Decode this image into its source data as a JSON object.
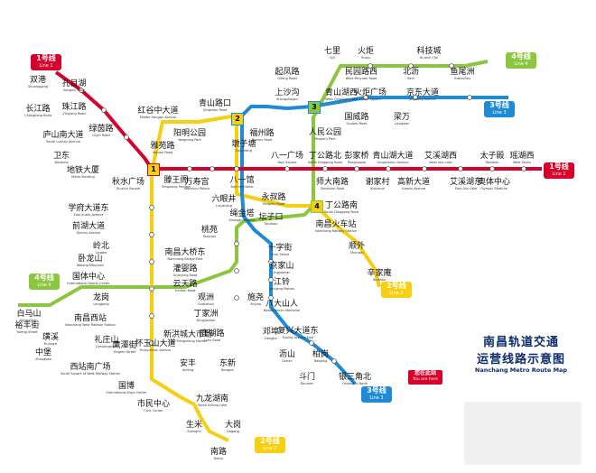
{
  "title": {
    "zh": "南昌轨道交通",
    "zh2": "运营线路示意图",
    "en": "Nanchang Metro Route Map"
  },
  "you_are_here": {
    "zh": "您在此站",
    "en": "You are here"
  },
  "line_labels": [
    {
      "id": "l1a",
      "zh": "1号线",
      "en": "Line 1",
      "color": "#d7002a"
    },
    {
      "id": "l1b",
      "zh": "1号线",
      "en": "Line 1",
      "color": "#d7002a"
    },
    {
      "id": "l2a",
      "zh": "2号线",
      "en": "Line 2",
      "color": "#f6cf10"
    },
    {
      "id": "l2b",
      "zh": "2号线",
      "en": "Line 2",
      "color": "#f6cf10"
    },
    {
      "id": "l3a",
      "zh": "3号线",
      "en": "Line 3",
      "color": "#1f8ad6"
    },
    {
      "id": "l3b",
      "zh": "3号线",
      "en": "Line 3",
      "color": "#1f8ad6"
    },
    {
      "id": "l4a",
      "zh": "4号线",
      "en": "Line 4",
      "color": "#8cc63f"
    },
    {
      "id": "l4b",
      "zh": "4号线",
      "en": "Line 4",
      "color": "#8cc63f"
    }
  ],
  "transfer_numbers": [
    "1",
    "2",
    "3",
    "4"
  ],
  "stations": [
    {
      "zh": "双港",
      "en": "Shuanggang"
    },
    {
      "zh": "孔目湖",
      "en": "Kongmu Lake"
    },
    {
      "zh": "长江路",
      "en": "Changjiang Road"
    },
    {
      "zh": "珠江路",
      "en": "Zhujiang Road"
    },
    {
      "zh": "庐山南大道",
      "en": "South Lushan Avenue"
    },
    {
      "zh": "绿茵路",
      "en": "Lüyin Road"
    },
    {
      "zh": "卫东",
      "en": "Weidong"
    },
    {
      "zh": "地铁大厦",
      "en": "Metro Building"
    },
    {
      "zh": "秋水广场",
      "en": "Qiushui Square"
    },
    {
      "zh": "滕王阁",
      "en": "Tengwang Pavilion"
    },
    {
      "zh": "万寿宫",
      "en": "Wanshou Palace"
    },
    {
      "zh": "八一馆",
      "en": "Bayi Memorial"
    },
    {
      "zh": "八一广场",
      "en": "Bayi Square"
    },
    {
      "zh": "丁公路北",
      "en": "North Dinggong Road"
    },
    {
      "zh": "师大南路",
      "en": "Shidanan Road"
    },
    {
      "zh": "彭家桥",
      "en": "Pengjiaqiao"
    },
    {
      "zh": "谢家村",
      "en": "Xiejiacun"
    },
    {
      "zh": "青山湖大道",
      "en": "Qingshanhu Avenue"
    },
    {
      "zh": "高新大道",
      "en": "Gaoxin Avenue"
    },
    {
      "zh": "艾溪湖西",
      "en": "West Aixi Lake"
    },
    {
      "zh": "艾溪湖东",
      "en": "East Aixi Lake"
    },
    {
      "zh": "太子殿",
      "en": "Taizidian"
    },
    {
      "zh": "奥体中心",
      "en": "Olympic Stadium"
    },
    {
      "zh": "瑶湖西",
      "en": "West Yaohu"
    },
    {
      "zh": "学府大道东",
      "en": "East Xuefu Avenue"
    },
    {
      "zh": "前湖大道",
      "en": "Qianhu Avenue"
    },
    {
      "zh": "岭北",
      "en": "Lingbei"
    },
    {
      "zh": "卧龙山",
      "en": "Wolong Mountain"
    },
    {
      "zh": "国体中心",
      "en": "International Sports Center"
    },
    {
      "zh": "龙岗",
      "en": "Longgang"
    },
    {
      "zh": "南昌西站",
      "en": "Nanchang West Railway Station"
    },
    {
      "zh": "礼庄山",
      "en": "Lizhuangshan"
    },
    {
      "zh": "西站南广场",
      "en": "South Square of West Railway Station"
    },
    {
      "zh": "国博",
      "en": "International Expo Center"
    },
    {
      "zh": "市民中心",
      "en": "Civic Center"
    },
    {
      "zh": "九龙湖南",
      "en": "South Jiulong Lake"
    },
    {
      "zh": "生米",
      "en": "Shengmi"
    },
    {
      "zh": "大岗",
      "en": "Dagang"
    },
    {
      "zh": "南路",
      "en": "Nanlu"
    },
    {
      "zh": "雅苑路",
      "en": "Yayuan Road"
    },
    {
      "zh": "红谷中大道",
      "en": "Middle Honggu Avenue"
    },
    {
      "zh": "阳明公园",
      "en": "Yangming Park"
    },
    {
      "zh": "青山路口",
      "en": "Qingshan Road"
    },
    {
      "zh": "福州路",
      "en": "Fuzhou Road"
    },
    {
      "zh": "永叔路",
      "en": "Yongshu Road"
    },
    {
      "zh": "丁公路南",
      "en": "South Dinggong Road"
    },
    {
      "zh": "南昌火车站",
      "en": "Nanchang Railway Station"
    },
    {
      "zh": "顺外",
      "en": "Shunwai"
    },
    {
      "zh": "辛家庵",
      "en": "Xinjiaan"
    },
    {
      "zh": "七里",
      "en": "Qili"
    },
    {
      "zh": "火炬",
      "en": "Huoju"
    },
    {
      "zh": "科技城",
      "en": "Hi-tech City"
    },
    {
      "zh": "起凤路",
      "en": "Qifeng Road"
    },
    {
      "zh": "民园路西",
      "en": "West Minyuan Road"
    },
    {
      "zh": "北沥",
      "en": "Beili"
    },
    {
      "zh": "鱼尾洲",
      "en": "Yuweizhou"
    },
    {
      "zh": "上沙沟",
      "en": "Shangshagou"
    },
    {
      "zh": "青山湖西",
      "en": "West Qingshan Lake"
    },
    {
      "zh": "火炬广场",
      "en": "Huoju Square"
    },
    {
      "zh": "京东大道",
      "en": "Jingdong Avenue"
    },
    {
      "zh": "国威路",
      "en": "Guowei Road"
    },
    {
      "zh": "梁万",
      "en": "Liangwan"
    },
    {
      "zh": "人民公园",
      "en": "People's Park"
    },
    {
      "zh": "墩子塘",
      "en": "Dunzitang"
    },
    {
      "zh": "六眼井",
      "en": "Liuyanjing"
    },
    {
      "zh": "绳金塔",
      "en": "Shengjin Pagoda"
    },
    {
      "zh": "坛子口",
      "en": "Tanzikou"
    },
    {
      "zh": "十字街",
      "en": "Shizi Street"
    },
    {
      "zh": "京家山",
      "en": "Jingjiashan"
    },
    {
      "zh": "江铃",
      "en": "Jiangling Motors"
    },
    {
      "zh": "八大山人",
      "en": "Badashanren Memorial"
    },
    {
      "zh": "复兴大道东",
      "en": "Fuxing Avenue East"
    },
    {
      "zh": "邓埠",
      "en": "Dengbu"
    },
    {
      "zh": "沥山",
      "en": "Lishan"
    },
    {
      "zh": "柏岗",
      "en": "Baigang"
    },
    {
      "zh": "斗门",
      "en": "Doumen"
    },
    {
      "zh": "银三角北",
      "en": "Yinsanjiao North"
    },
    {
      "zh": "桃苑",
      "en": "Taoyuan"
    },
    {
      "zh": "南昌大桥东",
      "en": "Nanchang Bridge East"
    },
    {
      "zh": "灌婴路",
      "en": "Guanying Road"
    },
    {
      "zh": "云天路",
      "en": "Yuntian Road"
    },
    {
      "zh": "观洲",
      "en": "Guanzhou"
    },
    {
      "zh": "丁家洲",
      "en": "Dingjiazhou"
    },
    {
      "zh": "新洪城大市场",
      "en": "New Hongcheng Market"
    },
    {
      "zh": "鹿湖路",
      "en": "Luhu Road"
    },
    {
      "zh": "怀玉山大道",
      "en": "Huaiyushan Avenue"
    },
    {
      "zh": "安丰",
      "en": "Anfeng"
    },
    {
      "zh": "东新",
      "en": "Dongxin"
    },
    {
      "zh": "施尧",
      "en": "Shiyao"
    },
    {
      "zh": "白马山",
      "en": "Baimashan"
    },
    {
      "zh": "裕丰街",
      "en": "Yufeng Street"
    },
    {
      "zh": "璜溪",
      "en": "Huangxi"
    },
    {
      "zh": "中堡",
      "en": "Zhongbao"
    },
    {
      "zh": "鹰潭街",
      "en": "Yingtan Street"
    }
  ],
  "colors": {
    "line1": "#d7002a",
    "line2": "#f6cf10",
    "line3": "#1f8ad6",
    "line4": "#8cc63f",
    "title": "#0d2a6b"
  }
}
